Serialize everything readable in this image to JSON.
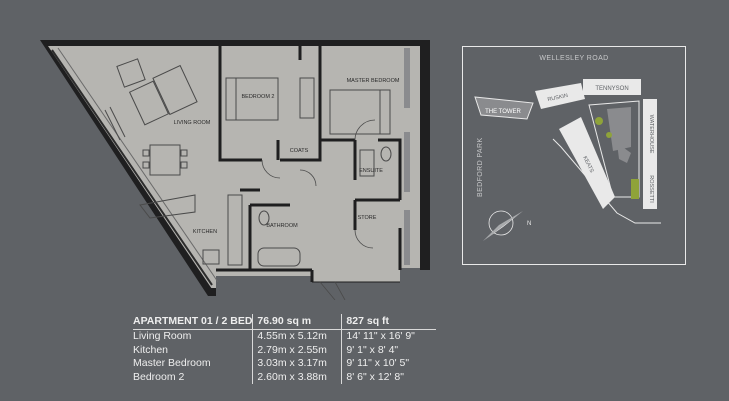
{
  "floorplan": {
    "rooms": {
      "living_room": "LIVING ROOM",
      "bedroom_2": "BEDROOM 2",
      "master_bedroom": "MASTER BEDROOM",
      "coats": "COATS",
      "ensuite": "ENSUITE",
      "store": "STORE",
      "bathroom": "BATHROOM",
      "kitchen": "KITCHEN"
    }
  },
  "siteplan": {
    "road_north": "WELLESLEY ROAD",
    "road_west": "BEDFORD PARK",
    "buildings": {
      "the_tower": "THE TOWER",
      "ruskin": "RUSKIN",
      "tennyson": "TENNYSON",
      "waterhouse": "WATERHOUSE",
      "keats": "KEATS",
      "rossetti": "ROSSETTI"
    },
    "compass_label": "N"
  },
  "schedule": {
    "header": [
      "APARTMENT 01 / 2 BED",
      "76.90 sq m",
      "827 sq ft"
    ],
    "rows": [
      [
        "Living Room",
        "4.55m x 5.12m",
        "14' 11\" x 16' 9\""
      ],
      [
        "Kitchen",
        "2.79m x 2.55m",
        "9' 1\" x 8' 4\""
      ],
      [
        "Master Bedroom",
        "3.03m x 3.17m",
        "9' 11\" x 10' 5\""
      ],
      [
        "Bedroom 2",
        "2.60m x 3.88m",
        "8' 6\" x 12' 8\""
      ]
    ]
  },
  "colors": {
    "background": "#5f6266",
    "floor": "#b6b5b1",
    "wall": "#1f1f20",
    "site_building": "#e9e9e9",
    "highlight": "#8a8b8e"
  }
}
